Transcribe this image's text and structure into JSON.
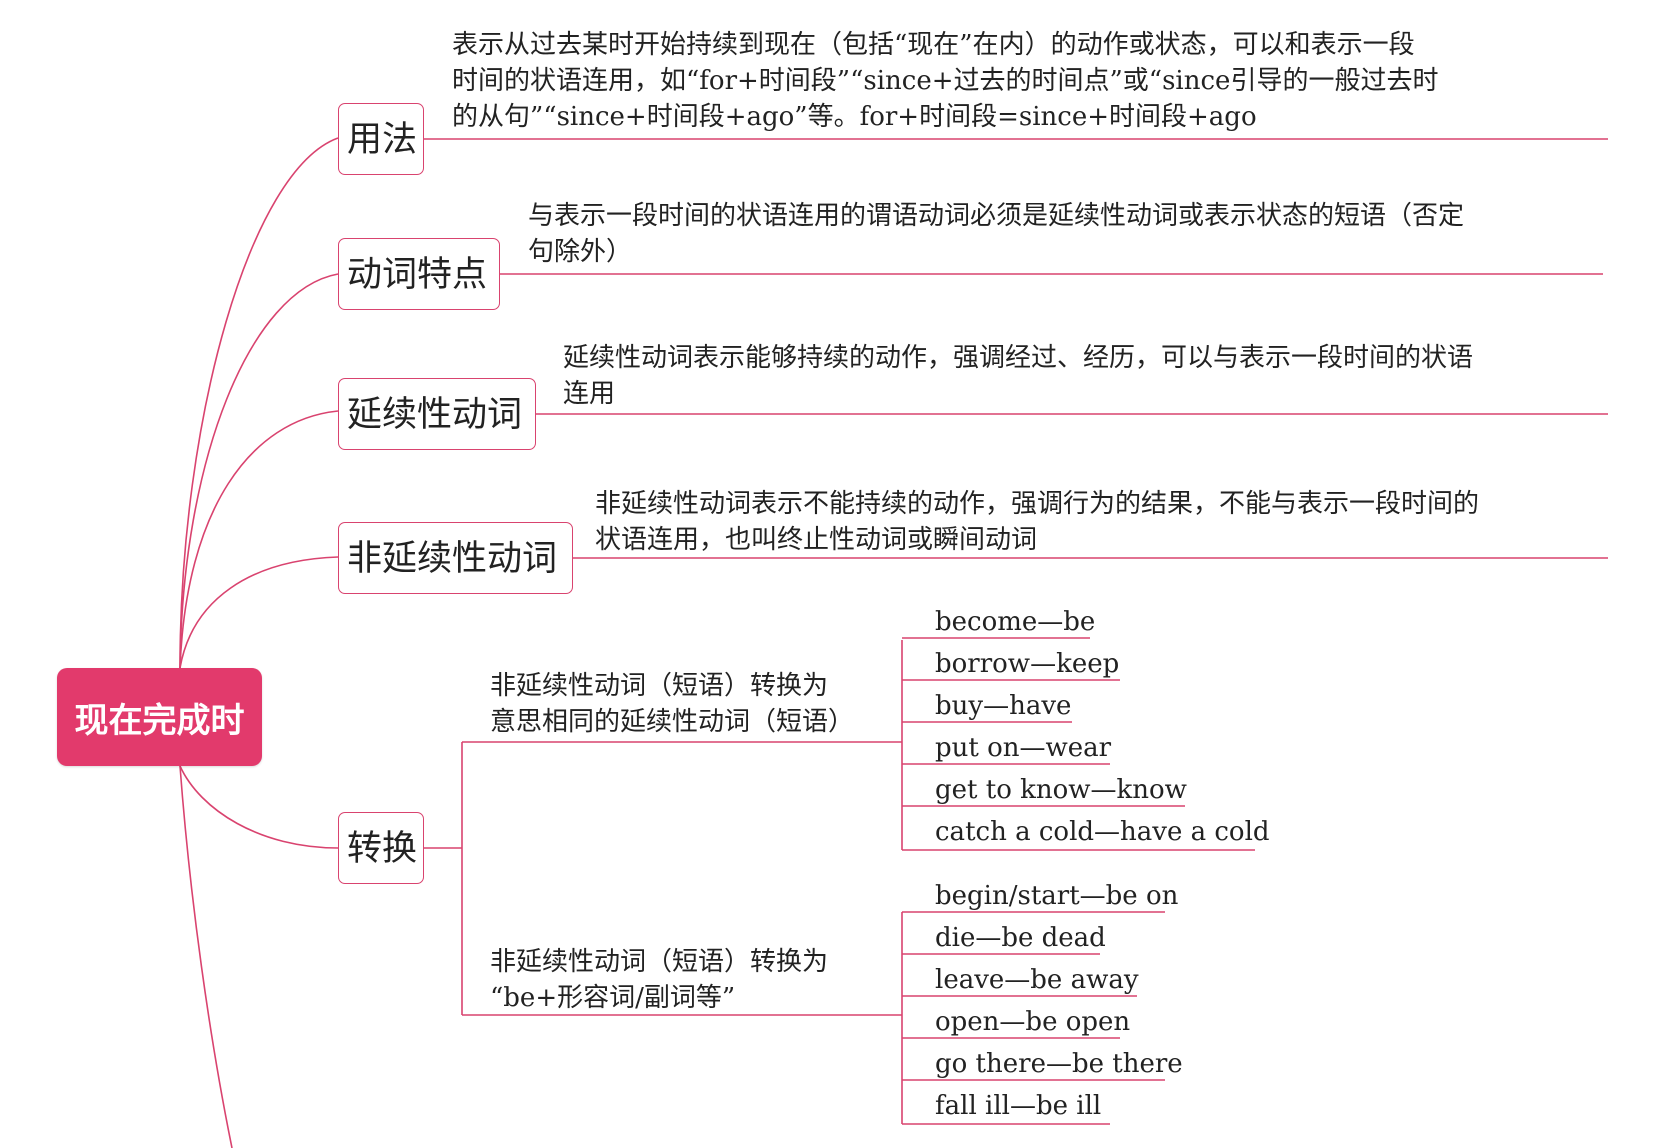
{
  "colors": {
    "accent": "#e23a6c",
    "line": "#d9436f"
  },
  "root": {
    "label": "现在完成时"
  },
  "branches": {
    "usage": {
      "label": "用法",
      "lines": [
        "表示从过去某时开始持续到现在（包括“现在”在内）的动作或状态，可以和表示一段",
        "时间的状语连用，如“for+时间段”“since+过去的时间点”或“since引导的一般过去时",
        "的从句”“since+时间段+ago”等。for+时间段=since+时间段+ago"
      ]
    },
    "verb_traits": {
      "label": "动词特点",
      "lines": [
        "与表示一段时间的状语连用的谓语动词必须是延续性动词或表示状态的短语（否定",
        "句除外）"
      ]
    },
    "durative": {
      "label": "延续性动词",
      "lines": [
        "延续性动词表示能够持续的动作，强调经过、经历，可以与表示一段时间的状语",
        "连用"
      ]
    },
    "non_durative": {
      "label": "非延续性动词",
      "lines": [
        "非延续性动词表示不能持续的动作，强调行为的结果，不能与表示一段时间的",
        "状语连用，也叫终止性动词或瞬间动词"
      ]
    },
    "conversion": {
      "label": "转换",
      "groups": [
        {
          "lines": [
            "非延续性动词（短语）转换为",
            "意思相同的延续性动词（短语）"
          ],
          "items": [
            "become—be",
            "borrow—keep",
            "buy—have",
            "put on—wear",
            "get to know—know",
            "catch a cold—have a cold"
          ]
        },
        {
          "lines": [
            "非延续性动词（短语）转换为",
            "“be+形容词/副词等”"
          ],
          "items": [
            "begin/start—be on",
            "die—be dead",
            "leave—be away",
            "open—be open",
            "go there—be there",
            "fall ill—be ill"
          ]
        }
      ]
    }
  }
}
